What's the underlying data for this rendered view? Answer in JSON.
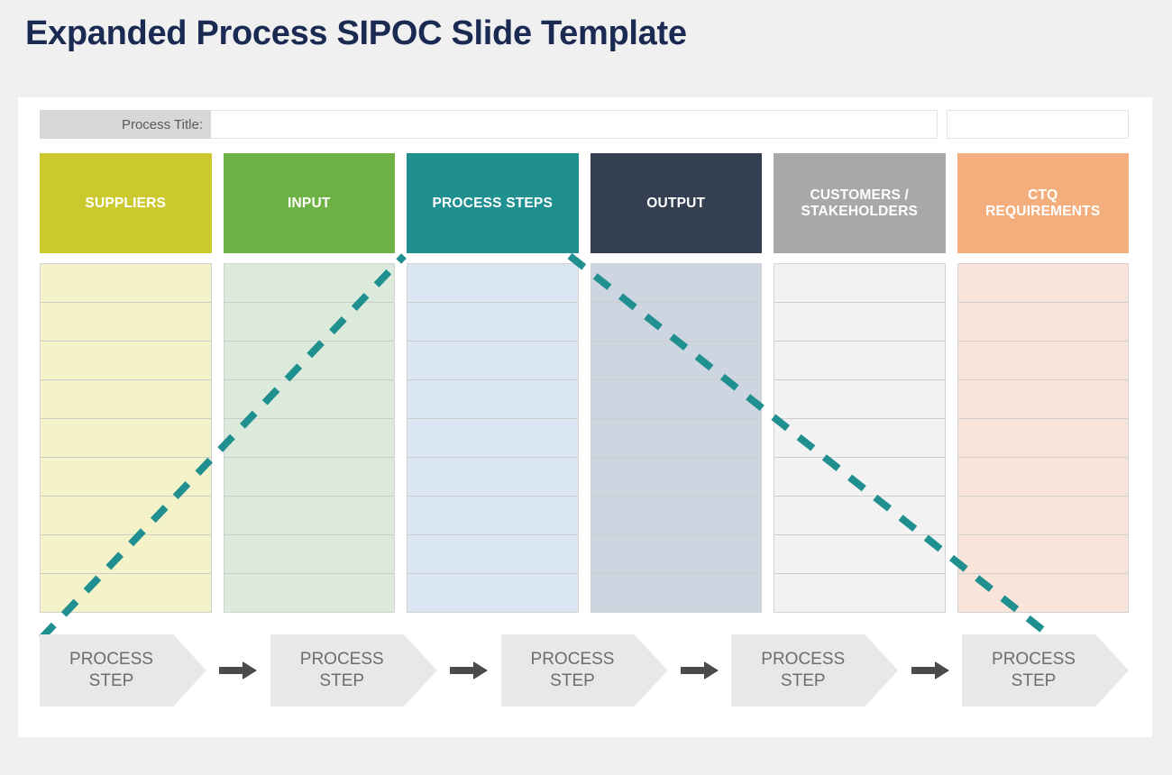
{
  "page": {
    "title": "Expanded Process SIPOC Slide Template",
    "background_color": "#f0f0f0",
    "title_color": "#1b2a52"
  },
  "process_title_row": {
    "label": "Process Title:",
    "value": "",
    "placeholder": "",
    "secondary_value": "",
    "label_background": "#d7d7d7"
  },
  "columns": [
    {
      "header": "SUPPLIERS",
      "header_lines": [
        "SUPPLIERS"
      ],
      "header_color": "#ccc92e",
      "body_color": "#f4f2c9",
      "rows": 9
    },
    {
      "header": "INPUT",
      "header_lines": [
        "INPUT"
      ],
      "header_color": "#6eb144",
      "body_color": "#dbeadb",
      "rows": 9
    },
    {
      "header": "PROCESS STEPS",
      "header_lines": [
        "PROCESS STEPS"
      ],
      "header_color": "#1f8f90",
      "body_color": "#dbe6f3",
      "rows": 9
    },
    {
      "header": "OUTPUT",
      "header_lines": [
        "OUTPUT"
      ],
      "header_color": "#353f52",
      "body_color": "#ccd5e0",
      "rows": 9
    },
    {
      "header": "CUSTOMERS / STAKEHOLDERS",
      "header_lines": [
        "CUSTOMERS /",
        "STAKEHOLDERS"
      ],
      "header_color": "#a8a8a8",
      "body_color": "#f2f2f2",
      "rows": 9
    },
    {
      "header": "CTQ REQUIREMENTS",
      "header_lines": [
        "CTQ",
        "REQUIREMENTS"
      ],
      "header_color": "#f4ae7d",
      "body_color": "#f8e4d8",
      "rows": 9
    }
  ],
  "process_steps": {
    "label": "PROCESS STEP",
    "label_lines": [
      "PROCESS",
      "STEP"
    ],
    "count": 5,
    "chevron_color": "#e8e8e8",
    "text_color": "#6d6d6d",
    "arrow_color": "#4a4a4a"
  },
  "connector_lines": {
    "color": "#1f8f90",
    "style": "dashed",
    "description": "Two dashed diagonals crossing from bottom-left up to the Process Steps header and back down to the last process step"
  }
}
